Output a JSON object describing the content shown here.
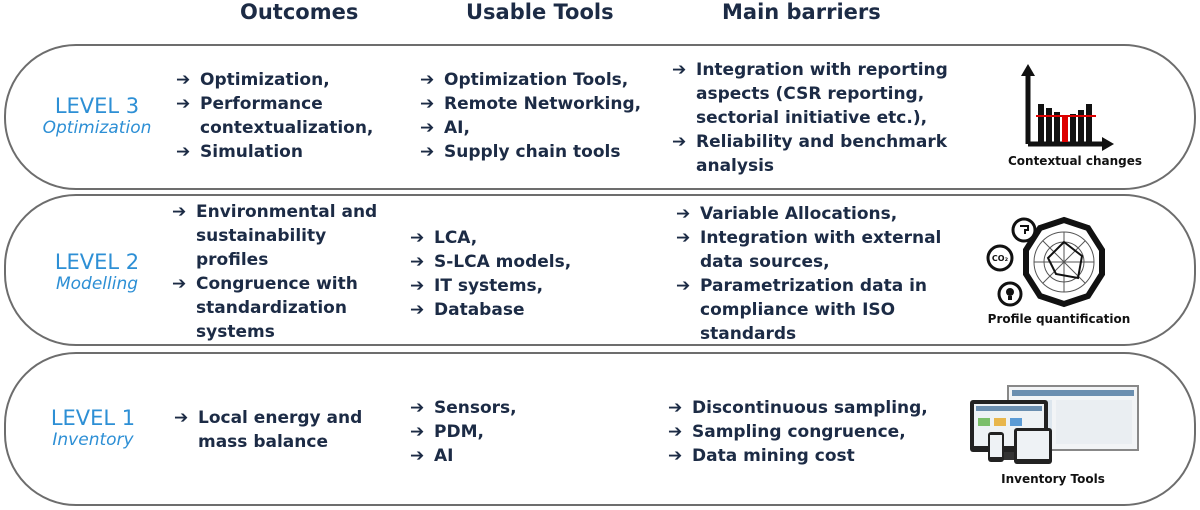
{
  "headers": {
    "outcomes": "Outcomes",
    "tools": "Usable Tools",
    "barriers": "Main barriers"
  },
  "arrow_glyph": "➔",
  "levels": [
    {
      "level": "LEVEL 3",
      "name": "Optimization",
      "outcomes": [
        [
          "Optimization,"
        ],
        [
          "Performance",
          "contextualization,"
        ],
        [
          "Simulation"
        ]
      ],
      "tools": [
        [
          "Optimization Tools,"
        ],
        [
          "Remote Networking,"
        ],
        [
          "AI,"
        ],
        [
          "Supply chain tools"
        ]
      ],
      "barriers": [
        [
          "Integration with reporting",
          "aspects (CSR reporting,",
          "sectorial initiative etc.),"
        ],
        [
          "Reliability and benchmark",
          "analysis"
        ]
      ],
      "icon_caption": "Contextual changes",
      "icon": "bar-chart-icon"
    },
    {
      "level": "LEVEL 2",
      "name": "Modelling",
      "outcomes": [
        [
          "Environmental and",
          "sustainability",
          "profiles"
        ],
        [
          "Congruence with",
          "standardization",
          "systems"
        ]
      ],
      "tools": [
        [
          "LCA,"
        ],
        [
          "S-LCA models,"
        ],
        [
          "IT systems,"
        ],
        [
          "Database"
        ]
      ],
      "barriers": [
        [
          "Variable Allocations,"
        ],
        [
          "Integration with external",
          "data sources,"
        ],
        [
          "Parametrization data in",
          "compliance with ISO",
          "standards"
        ]
      ],
      "icon_caption": "Profile quantification",
      "icon": "radar-chart-icon"
    },
    {
      "level": "LEVEL 1",
      "name": "Inventory",
      "outcomes": [
        [
          "Local energy and",
          "mass balance"
        ]
      ],
      "tools": [
        [
          "Sensors,"
        ],
        [
          "PDM,"
        ],
        [
          "AI"
        ]
      ],
      "barriers": [
        [
          "Discontinuous sampling,"
        ],
        [
          "Sampling congruence,"
        ],
        [
          "Data mining cost"
        ]
      ],
      "icon_caption": "Inventory Tools",
      "icon": "devices-icon"
    }
  ],
  "co2_label": "CO₂"
}
